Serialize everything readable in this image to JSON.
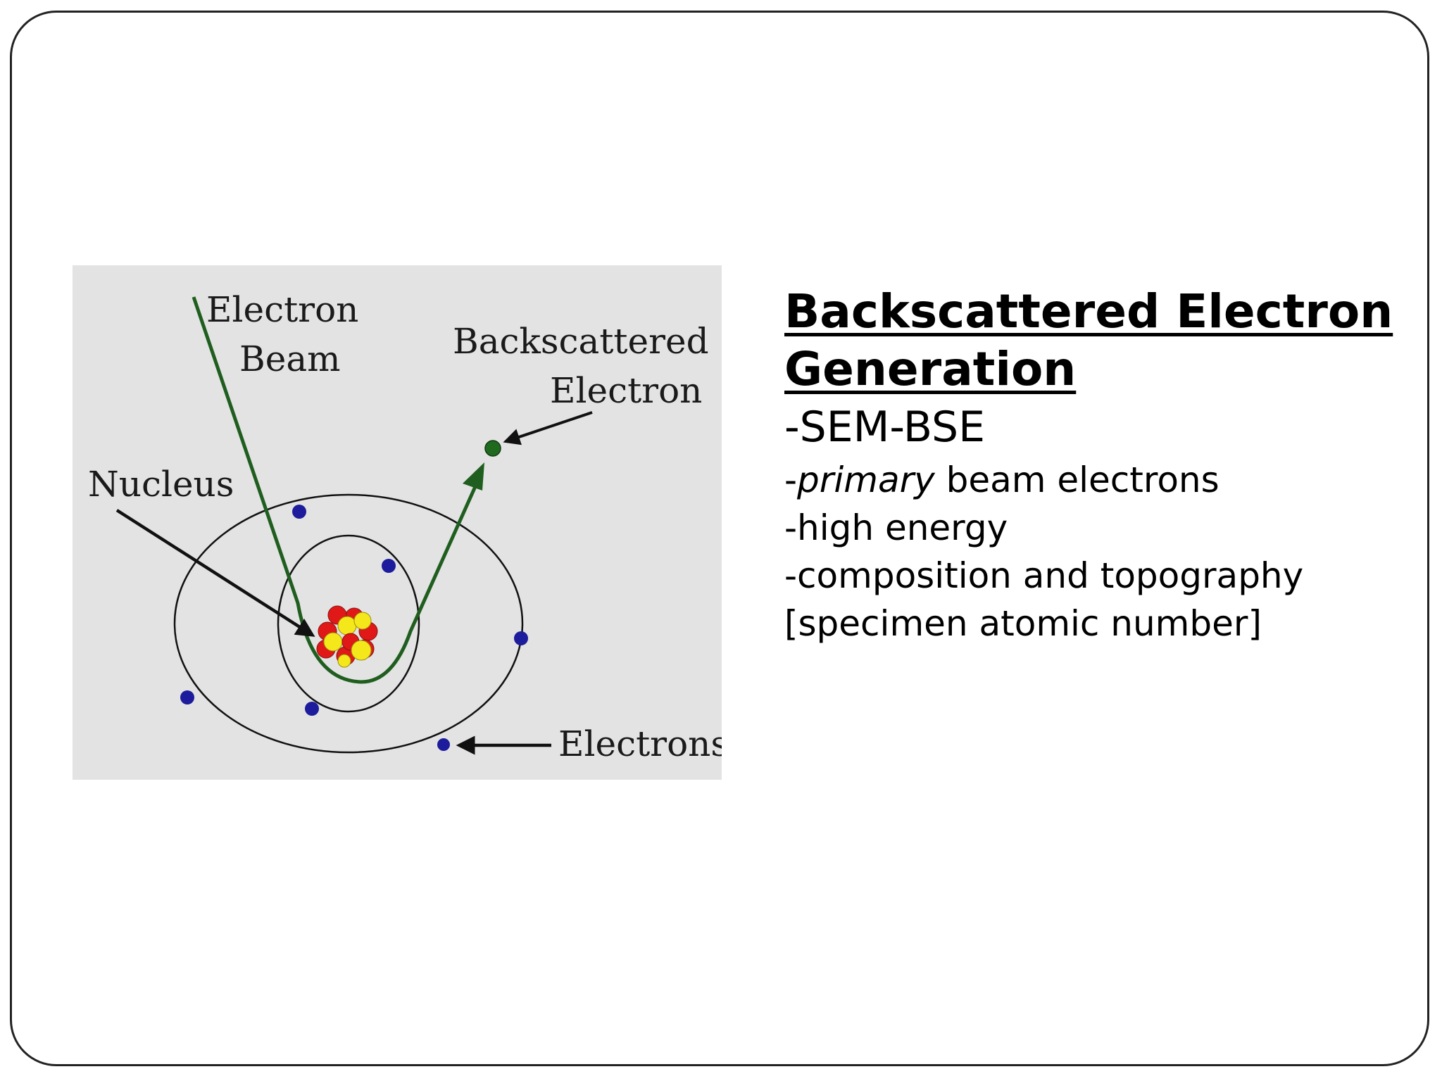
{
  "slide": {
    "heading_line1": "Backscattered Electron",
    "heading_line2": "Generation",
    "subtitle": "-SEM-BSE",
    "bullets": {
      "primary_prefix": "-",
      "primary_emph": "primary",
      "primary_rest": " beam electrons",
      "high_energy": "-high energy",
      "composition": "-composition and topography",
      "atomic_number": "[specimen atomic number]"
    }
  },
  "diagram": {
    "labels": {
      "electron": "Electron",
      "beam": "Beam",
      "backscattered": "Backscattered",
      "bs_electron": "Electron",
      "nucleus": "Nucleus",
      "electrons": "Electrons"
    },
    "colors": {
      "panel": "#e3e3e3",
      "beam_path": "#1f5e1f",
      "orbit": "#111111",
      "electron": "#1c1c9c",
      "backscattered_electron": "#1f6a1f",
      "proton": "#e01818",
      "neutron": "#f5e81a",
      "arrow": "#111111"
    }
  }
}
